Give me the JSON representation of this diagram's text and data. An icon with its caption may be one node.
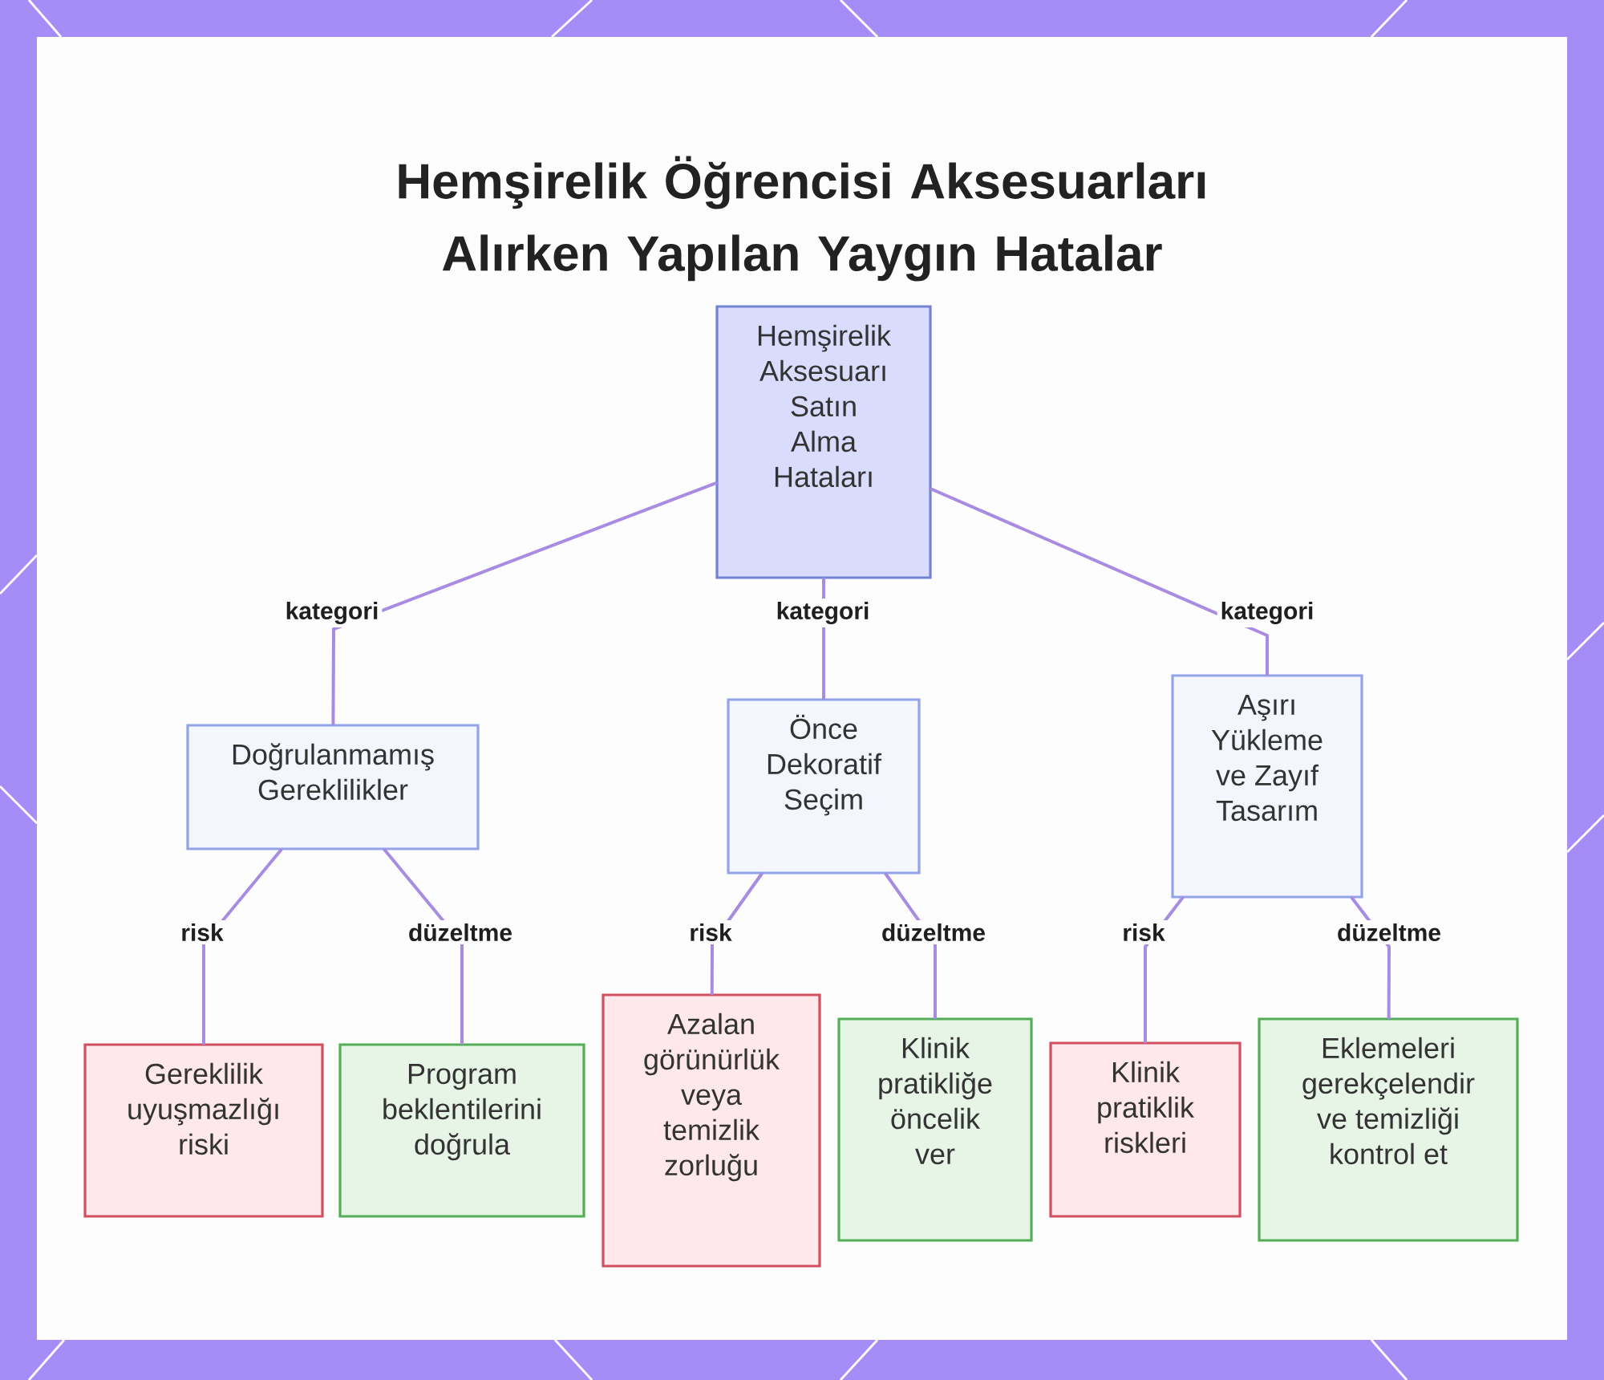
{
  "diagram": {
    "title": "Hemşirelik Öğrencisi Aksesuarları Alırken Yapılan Yaygın Hatalar",
    "nodes": [
      {
        "text": [
          "Hemşirelik Aksesuarı Satın Alma Hataları"
        ]
      },
      {
        "text": [
          "Doğrulanmamış Gereklilikler"
        ]
      },
      {
        "text": [
          "Önce Dekoratif Seçim"
        ]
      },
      {
        "text": [
          "Aşırı Yükleme ve Zayıf Tasarım"
        ]
      },
      {
        "text": [
          "Gereklilik uyuşmazlığı riski"
        ]
      },
      {
        "text": [
          "Program beklentilerini doğrula"
        ]
      },
      {
        "text": [
          "Azalan görünürlük veya temizlik zorluğu"
        ]
      },
      {
        "text": [
          "Klinik pratikliğe öncelik ver"
        ]
      },
      {
        "text": [
          "Klinik pratiklik riskleri"
        ]
      },
      {
        "text": [
          "Eklemeleri gerekçelendir ve temizliği kontrol et"
        ]
      }
    ],
    "edges": [
      {
        "from": 0,
        "to": 1,
        "arrow": "none",
        "label": "kategori"
      },
      {
        "from": 0,
        "to": 2,
        "arrow": "none",
        "label": "kategori"
      },
      {
        "from": 0,
        "to": 3,
        "arrow": "none",
        "label": "kategori"
      },
      {
        "from": 1,
        "to": 4,
        "arrow": "none",
        "label": "risk"
      },
      {
        "from": 1,
        "to": 5,
        "arrow": "none",
        "label": "düzeltme"
      },
      {
        "from": 2,
        "to": 6,
        "arrow": "none",
        "label": "risk"
      },
      {
        "from": 2,
        "to": 7,
        "arrow": "none",
        "label": "düzeltme"
      },
      {
        "from": 3,
        "to": 8,
        "arrow": "none",
        "label": "risk"
      },
      {
        "from": 3,
        "to": 9,
        "arrow": "none",
        "label": "düzeltme"
      }
    ]
  }
}
